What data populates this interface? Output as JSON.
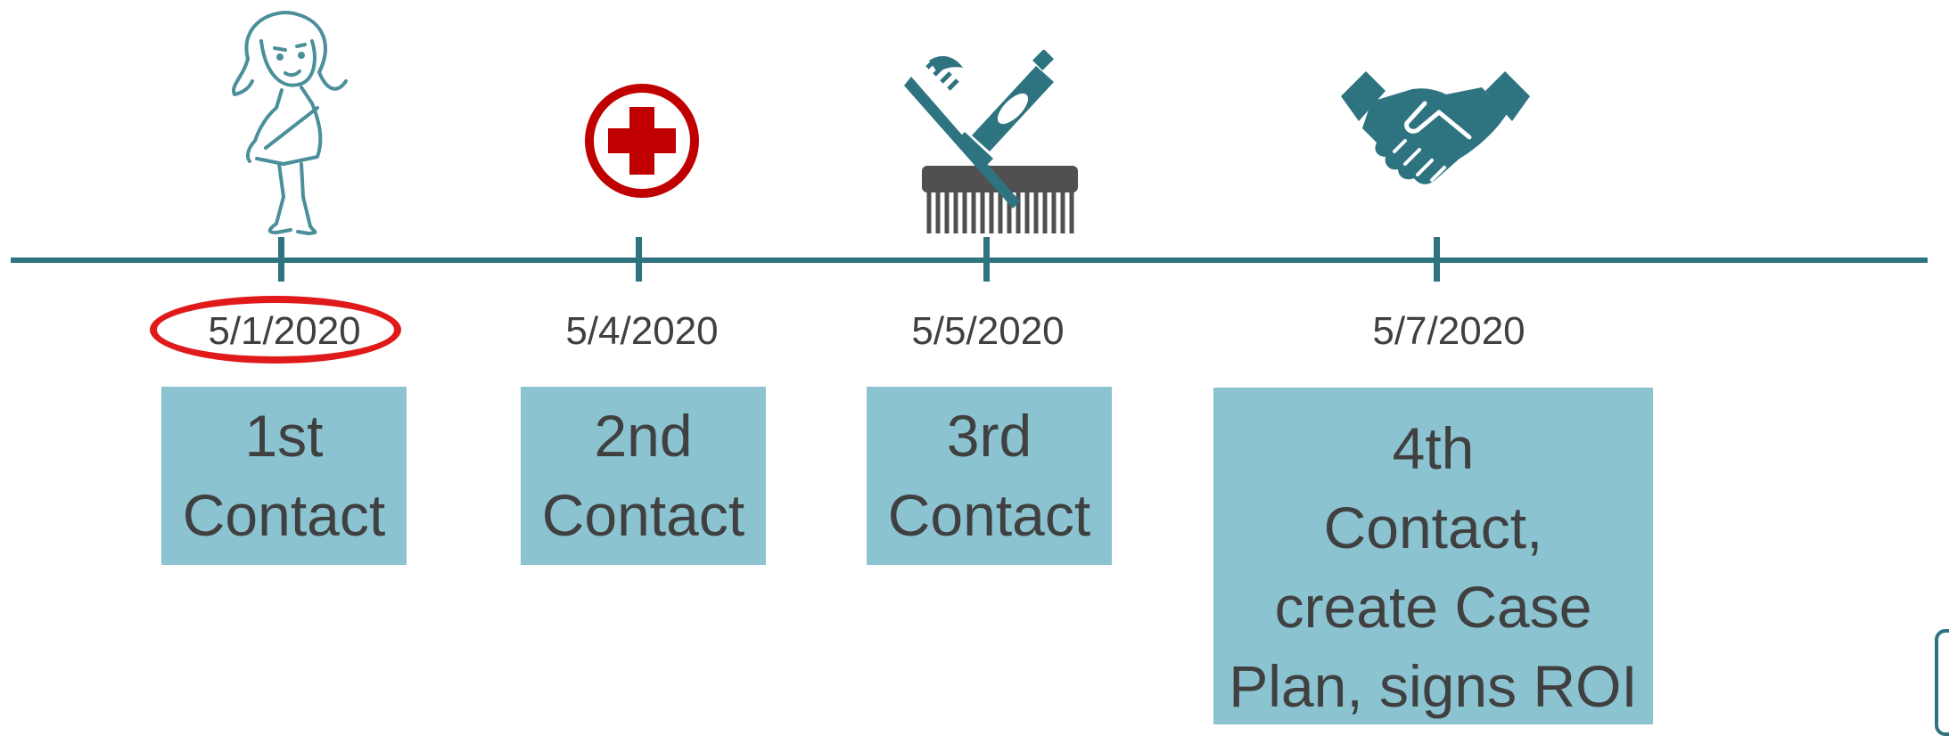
{
  "timeline": {
    "accent_color": "#2e7480",
    "box_color": "#8bc3d1",
    "highlight_color": "#e01a1a",
    "events": [
      {
        "date": "5/1/2020",
        "lines": [
          "1st",
          "Contact"
        ],
        "icon": "girl-sketch-icon",
        "highlighted": true
      },
      {
        "date": "5/4/2020",
        "lines": [
          "2nd",
          "Contact"
        ],
        "icon": "medical-cross-icon"
      },
      {
        "date": "5/5/2020",
        "lines": [
          "3rd",
          "Contact"
        ],
        "icon": "hygiene-supplies-icon"
      },
      {
        "date": "5/7/2020",
        "lines": [
          "4th",
          "Contact,",
          "create Case",
          "Plan, signs ROI"
        ],
        "icon": "handshake-icon"
      }
    ]
  }
}
